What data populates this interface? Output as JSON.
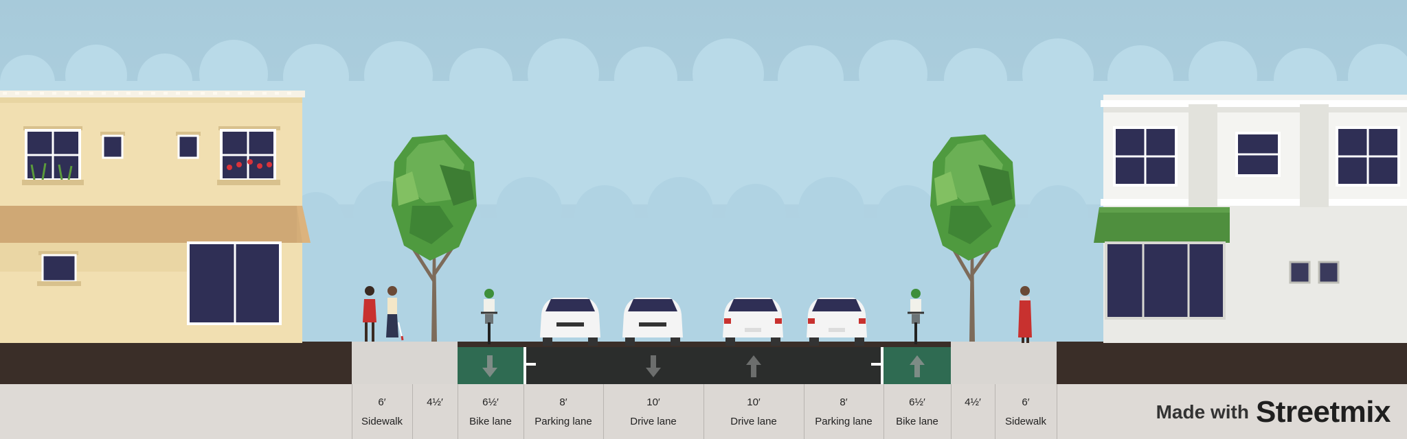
{
  "segments": [
    {
      "width": "6′",
      "name": "Sidewalk"
    },
    {
      "width": "4½′",
      "name": ""
    },
    {
      "width": "6½′",
      "name": "Bike lane"
    },
    {
      "width": "8′",
      "name": "Parking lane"
    },
    {
      "width": "10′",
      "name": "Drive lane"
    },
    {
      "width": "10′",
      "name": "Drive lane"
    },
    {
      "width": "8′",
      "name": "Parking lane"
    },
    {
      "width": "6½′",
      "name": "Bike lane"
    },
    {
      "width": "4½′",
      "name": ""
    },
    {
      "width": "6′",
      "name": "Sidewalk"
    }
  ],
  "credit": {
    "prefix": "Made with",
    "brand": "Streetmix"
  },
  "colors": {
    "sky": "#a9cfe0",
    "asphalt": "#2b2d2c",
    "bike_lane": "#2f6b52",
    "sidewalk": "#d9d6d2",
    "ground": "#3a2e28",
    "label_strip": "#dedad6"
  }
}
